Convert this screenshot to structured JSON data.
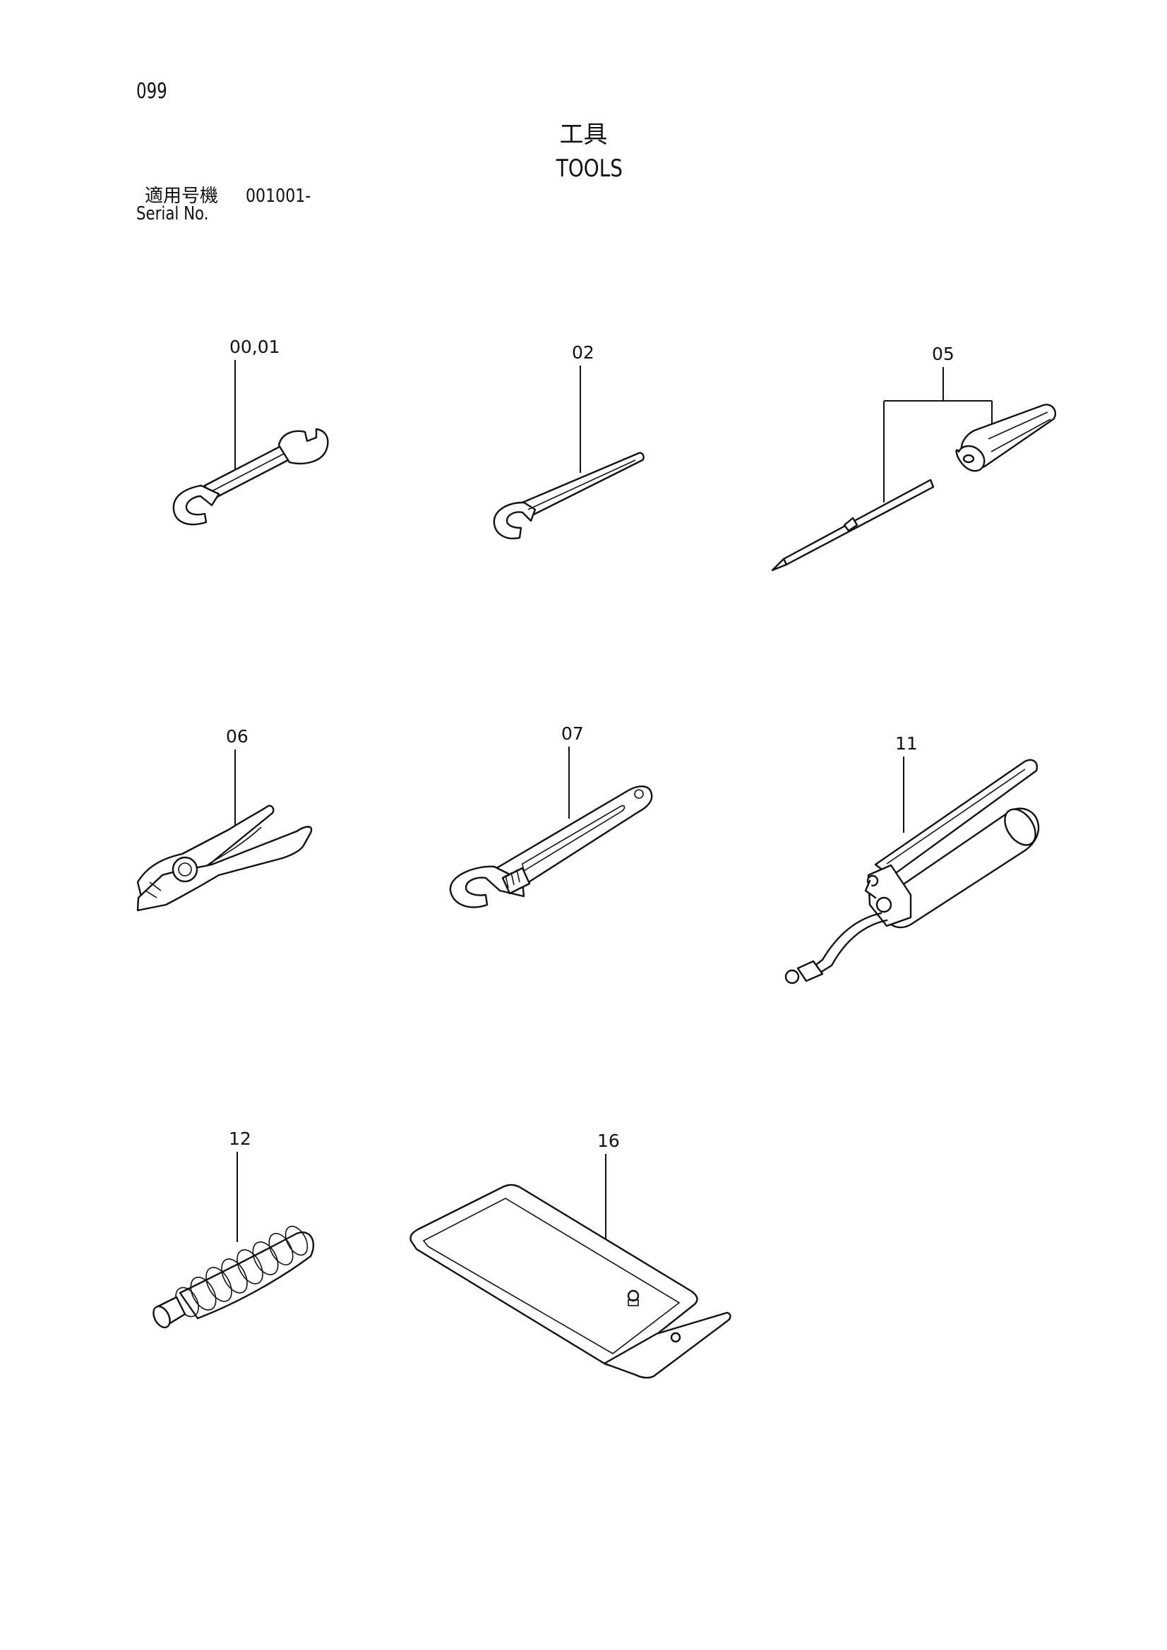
{
  "page": {
    "number": "099",
    "title_jp": "工具",
    "title_en": "TOOLS",
    "serial_label_jp": "適用号機",
    "serial_value": "001001-",
    "serial_label_en": "Serial No."
  },
  "parts": [
    {
      "id": "wrench-double",
      "label": "00,01",
      "icon": "double-open-end-wrench-icon"
    },
    {
      "id": "wrench-single",
      "label": "02",
      "icon": "single-open-end-wrench-icon"
    },
    {
      "id": "screwdriver",
      "label": "05",
      "icon": "screwdriver-icon"
    },
    {
      "id": "pliers",
      "label": "06",
      "icon": "pliers-icon"
    },
    {
      "id": "adjustable-wrench",
      "label": "07",
      "icon": "adjustable-wrench-icon"
    },
    {
      "id": "grease-gun",
      "label": "11",
      "icon": "grease-gun-icon"
    },
    {
      "id": "boot",
      "label": "12",
      "icon": "bellows-boot-icon"
    },
    {
      "id": "tool-bag",
      "label": "16",
      "icon": "tool-bag-icon"
    }
  ]
}
